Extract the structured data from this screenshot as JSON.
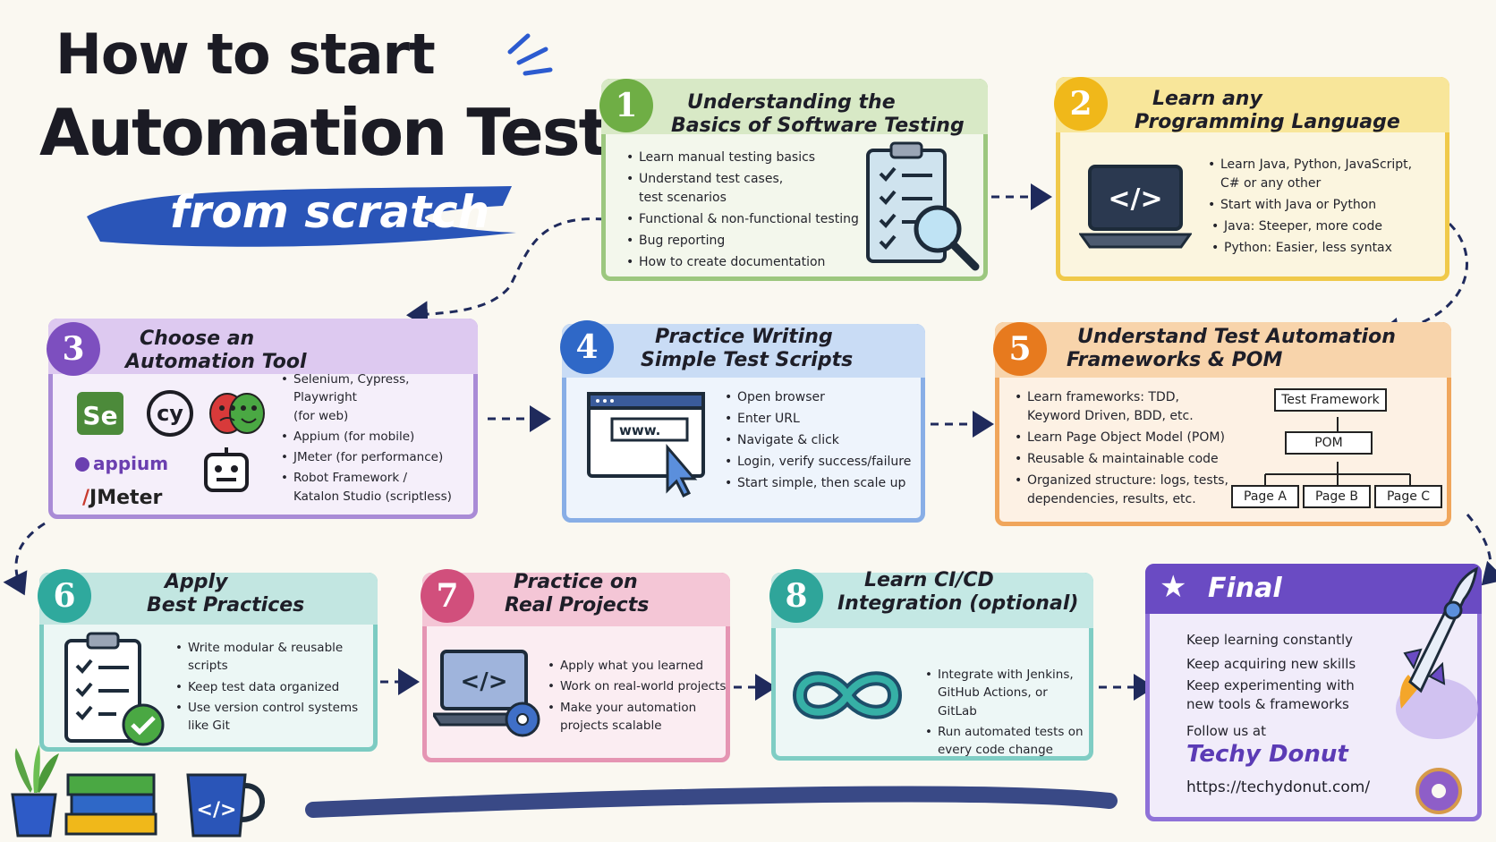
{
  "title": {
    "line1": "How to start",
    "line2": "Automation Testing",
    "sub": "from scratch"
  },
  "colors": {
    "green": "#7fb55c",
    "yellow": "#f2c21b",
    "purple": "#8b5bc7",
    "blue": "#3f7fd1",
    "orange": "#ef8a2a",
    "teal": "#3fb8ad",
    "pink": "#e07ba0",
    "cyan": "#5cbfb8",
    "violet": "#6a4bc3",
    "navy": "#23357a"
  },
  "steps": [
    {
      "num": "1",
      "title1": "Understanding the",
      "title2": "Basics of Software Testing",
      "items": [
        "Learn manual testing basics",
        "Understand test cases,",
        "test scenarios",
        "Functional & non-functional testing",
        "Bug reporting",
        "How to create documentation"
      ],
      "icon": "clipboard-magnifier-icon"
    },
    {
      "num": "2",
      "title1": "Learn any",
      "title2": "Programming Language",
      "items": [
        "Learn Java, Python, JavaScript,",
        "C# or any other",
        "Start with Java or Python",
        "Java: Steeper, more code",
        "Python: Easier, less syntax"
      ],
      "icon": "laptop-code-icon",
      "code": "</>"
    },
    {
      "num": "3",
      "title1": "Choose an",
      "title2": "Automation Tool",
      "items": [
        "Selenium, Cypress, Playwright",
        "(for web)",
        "Appium (for mobile)",
        "JMeter (for performance)",
        "Robot Framework /",
        "Katalon Studio (scriptless)"
      ],
      "logos": {
        "selenium": "Se",
        "cypress": "cy",
        "appium": "appium",
        "jmeter": "JMeter"
      }
    },
    {
      "num": "4",
      "title1": "Practice Writing",
      "title2": "Simple Test Scripts",
      "items": [
        "Open browser",
        "Enter URL",
        "Navigate & click",
        "Login, verify success/failure",
        "Start simple, then scale up"
      ],
      "url": "www."
    },
    {
      "num": "5",
      "title1": "Understand Test Automation",
      "title2": "Frameworks & POM",
      "items": [
        "Learn frameworks: TDD,",
        "Keyword Driven, BDD, etc.",
        "Learn Page Object Model (POM)",
        "Reusable & maintainable code",
        "Organized structure: logs, tests,",
        "dependencies, results, etc."
      ],
      "diagram": {
        "top": "Test Framework",
        "mid": "POM",
        "pages": [
          "Page A",
          "Page B",
          "Page C"
        ]
      }
    },
    {
      "num": "6",
      "title1": "Apply",
      "title2": "Best Practices",
      "items": [
        "Write modular & reusable scripts",
        "Keep test data organized",
        "Use version control systems",
        "like Git"
      ]
    },
    {
      "num": "7",
      "title1": "Practice on",
      "title2": "Real Projects",
      "items": [
        "Apply what you learned",
        "Work on real-world projects",
        "Make your automation",
        "projects scalable"
      ],
      "code": "</>"
    },
    {
      "num": "8",
      "title1": "Learn CI/CD",
      "title2": "Integration (optional)",
      "items": [
        "Integrate with Jenkins,",
        "GitHub Actions, or GitLab",
        "Run automated tests on",
        "every code change"
      ]
    }
  ],
  "final": {
    "title": "Final",
    "lines": [
      "Keep learning constantly",
      "Keep acquiring new skills",
      "Keep experimenting with",
      "new tools & frameworks",
      "Follow us at"
    ],
    "brand": "Techy Donut",
    "url": "https://techydonut.com/"
  },
  "mug": {
    "code": "</>"
  }
}
